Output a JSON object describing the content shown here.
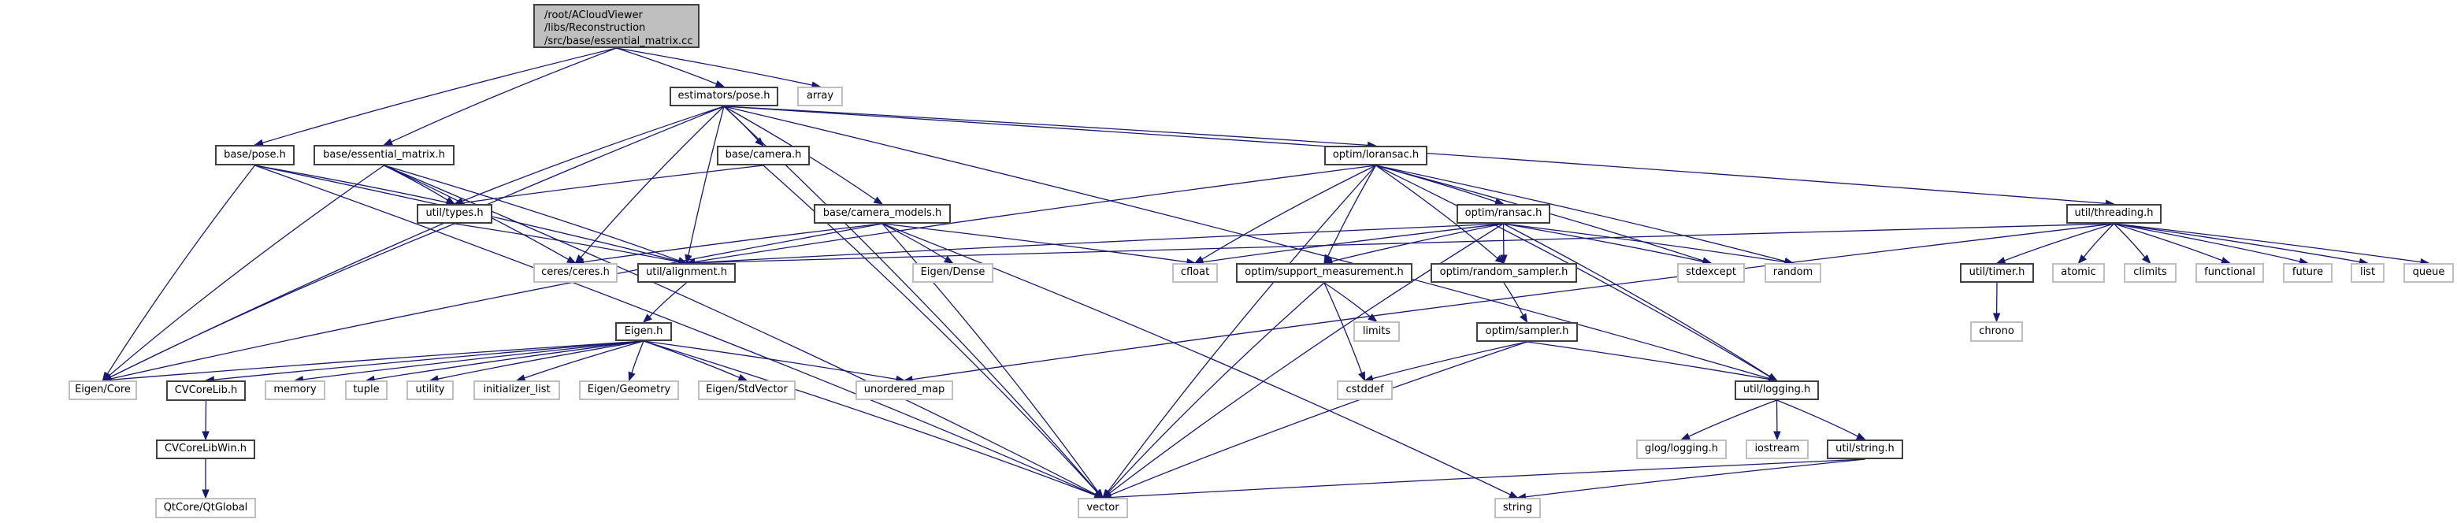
{
  "title": "Include dependency graph for essential_matrix.cc",
  "colors": {
    "edge": "#191970",
    "root_fill": "#bfbfbf",
    "internal_border": "#404040",
    "external_border": "#bfbfbf"
  },
  "nodes": [
    {
      "id": "root",
      "label": "/root/ACloudViewer\n/libs/Reconstruction\n/src/base/essential_matrix.cc",
      "kind": "root"
    },
    {
      "id": "est_pose",
      "label": "estimators/pose.h",
      "kind": "internal"
    },
    {
      "id": "array",
      "label": "array",
      "kind": "external"
    },
    {
      "id": "base_pose",
      "label": "base/pose.h",
      "kind": "internal"
    },
    {
      "id": "base_em",
      "label": "base/essential_matrix.h",
      "kind": "internal"
    },
    {
      "id": "base_camera",
      "label": "base/camera.h",
      "kind": "internal"
    },
    {
      "id": "loransac",
      "label": "optim/loransac.h",
      "kind": "internal"
    },
    {
      "id": "threading",
      "label": "util/threading.h",
      "kind": "internal"
    },
    {
      "id": "types",
      "label": "util/types.h",
      "kind": "internal"
    },
    {
      "id": "camera_models",
      "label": "base/camera_models.h",
      "kind": "internal"
    },
    {
      "id": "ransac",
      "label": "optim/ransac.h",
      "kind": "internal"
    },
    {
      "id": "ceres",
      "label": "ceres/ceres.h",
      "kind": "external"
    },
    {
      "id": "alignment",
      "label": "util/alignment.h",
      "kind": "internal"
    },
    {
      "id": "eigen_dense",
      "label": "Eigen/Dense",
      "kind": "external"
    },
    {
      "id": "cfloat",
      "label": "cfloat",
      "kind": "external"
    },
    {
      "id": "support",
      "label": "optim/support_measurement.h",
      "kind": "internal"
    },
    {
      "id": "random_sampler",
      "label": "optim/random_sampler.h",
      "kind": "internal"
    },
    {
      "id": "stdexcept",
      "label": "stdexcept",
      "kind": "external"
    },
    {
      "id": "random",
      "label": "random",
      "kind": "external"
    },
    {
      "id": "timer",
      "label": "util/timer.h",
      "kind": "internal"
    },
    {
      "id": "atomic",
      "label": "atomic",
      "kind": "external"
    },
    {
      "id": "climits",
      "label": "climits",
      "kind": "external"
    },
    {
      "id": "functional",
      "label": "functional",
      "kind": "external"
    },
    {
      "id": "future",
      "label": "future",
      "kind": "external"
    },
    {
      "id": "list",
      "label": "list",
      "kind": "external"
    },
    {
      "id": "queue",
      "label": "queue",
      "kind": "external"
    },
    {
      "id": "eigen_h",
      "label": "Eigen.h",
      "kind": "internal"
    },
    {
      "id": "limits",
      "label": "limits",
      "kind": "external"
    },
    {
      "id": "sampler",
      "label": "optim/sampler.h",
      "kind": "internal"
    },
    {
      "id": "chrono",
      "label": "chrono",
      "kind": "external"
    },
    {
      "id": "eigen_core",
      "label": "Eigen/Core",
      "kind": "external"
    },
    {
      "id": "cvcorelib",
      "label": "CVCoreLib.h",
      "kind": "internal"
    },
    {
      "id": "memory",
      "label": "memory",
      "kind": "external"
    },
    {
      "id": "tuple",
      "label": "tuple",
      "kind": "external"
    },
    {
      "id": "utility",
      "label": "utility",
      "kind": "external"
    },
    {
      "id": "init_list",
      "label": "initializer_list",
      "kind": "external"
    },
    {
      "id": "eigen_geom",
      "label": "Eigen/Geometry",
      "kind": "external"
    },
    {
      "id": "eigen_stdvec",
      "label": "Eigen/StdVector",
      "kind": "external"
    },
    {
      "id": "unordered_map",
      "label": "unordered_map",
      "kind": "external"
    },
    {
      "id": "cstddef",
      "label": "cstddef",
      "kind": "external"
    },
    {
      "id": "logging",
      "label": "util/logging.h",
      "kind": "internal"
    },
    {
      "id": "cvcorelibwin",
      "label": "CVCoreLibWin.h",
      "kind": "internal"
    },
    {
      "id": "glog",
      "label": "glog/logging.h",
      "kind": "external"
    },
    {
      "id": "iostream",
      "label": "iostream",
      "kind": "external"
    },
    {
      "id": "util_string",
      "label": "util/string.h",
      "kind": "internal"
    },
    {
      "id": "qtglobal",
      "label": "QtCore/QtGlobal",
      "kind": "external"
    },
    {
      "id": "vector",
      "label": "vector",
      "kind": "external"
    },
    {
      "id": "string",
      "label": "string",
      "kind": "external"
    }
  ],
  "edges": [
    [
      "root",
      "base_pose"
    ],
    [
      "root",
      "base_em"
    ],
    [
      "root",
      "est_pose"
    ],
    [
      "root",
      "array"
    ],
    [
      "base_pose",
      "types"
    ],
    [
      "base_pose",
      "alignment"
    ],
    [
      "base_pose",
      "eigen_core"
    ],
    [
      "base_pose",
      "vector"
    ],
    [
      "base_em",
      "types"
    ],
    [
      "base_em",
      "alignment"
    ],
    [
      "base_em",
      "ceres"
    ],
    [
      "base_em",
      "eigen_core"
    ],
    [
      "base_em",
      "vector"
    ],
    [
      "est_pose",
      "base_camera"
    ],
    [
      "est_pose",
      "camera_models"
    ],
    [
      "est_pose",
      "loransac"
    ],
    [
      "est_pose",
      "threading"
    ],
    [
      "est_pose",
      "types"
    ],
    [
      "est_pose",
      "alignment"
    ],
    [
      "est_pose",
      "ceres"
    ],
    [
      "est_pose",
      "eigen_core"
    ],
    [
      "est_pose",
      "logging"
    ],
    [
      "est_pose",
      "vector"
    ],
    [
      "base_camera",
      "types"
    ],
    [
      "base_camera",
      "vector"
    ],
    [
      "types",
      "alignment"
    ],
    [
      "types",
      "eigen_core"
    ],
    [
      "camera_models",
      "ceres"
    ],
    [
      "camera_models",
      "eigen_dense"
    ],
    [
      "camera_models",
      "cfloat"
    ],
    [
      "camera_models",
      "eigen_core"
    ],
    [
      "camera_models",
      "vector"
    ],
    [
      "camera_models",
      "string"
    ],
    [
      "alignment",
      "eigen_h"
    ],
    [
      "eigen_h",
      "eigen_core"
    ],
    [
      "eigen_h",
      "cvcorelib"
    ],
    [
      "eigen_h",
      "memory"
    ],
    [
      "eigen_h",
      "tuple"
    ],
    [
      "eigen_h",
      "utility"
    ],
    [
      "eigen_h",
      "init_list"
    ],
    [
      "eigen_h",
      "eigen_geom"
    ],
    [
      "eigen_h",
      "eigen_stdvec"
    ],
    [
      "eigen_h",
      "unordered_map"
    ],
    [
      "eigen_h",
      "vector"
    ],
    [
      "cvcorelib",
      "cvcorelibwin"
    ],
    [
      "cvcorelibwin",
      "qtglobal"
    ],
    [
      "loransac",
      "ransac"
    ],
    [
      "loransac",
      "alignment"
    ],
    [
      "loransac",
      "cfloat"
    ],
    [
      "loransac",
      "support"
    ],
    [
      "loransac",
      "random_sampler"
    ],
    [
      "loransac",
      "stdexcept"
    ],
    [
      "loransac",
      "random"
    ],
    [
      "loransac",
      "logging"
    ],
    [
      "loransac",
      "vector"
    ],
    [
      "ransac",
      "alignment"
    ],
    [
      "ransac",
      "cfloat"
    ],
    [
      "ransac",
      "support"
    ],
    [
      "ransac",
      "random_sampler"
    ],
    [
      "ransac",
      "stdexcept"
    ],
    [
      "ransac",
      "random"
    ],
    [
      "ransac",
      "logging"
    ],
    [
      "ransac",
      "vector"
    ],
    [
      "support",
      "limits"
    ],
    [
      "support",
      "cstddef"
    ],
    [
      "support",
      "vector"
    ],
    [
      "random_sampler",
      "sampler"
    ],
    [
      "sampler",
      "cstddef"
    ],
    [
      "sampler",
      "logging"
    ],
    [
      "sampler",
      "vector"
    ],
    [
      "threading",
      "timer"
    ],
    [
      "threading",
      "atomic"
    ],
    [
      "threading",
      "climits"
    ],
    [
      "threading",
      "functional"
    ],
    [
      "threading",
      "future"
    ],
    [
      "threading",
      "list"
    ],
    [
      "threading",
      "queue"
    ],
    [
      "threading",
      "unordered_map"
    ],
    [
      "threading",
      "alignment"
    ],
    [
      "timer",
      "chrono"
    ],
    [
      "logging",
      "glog"
    ],
    [
      "logging",
      "iostream"
    ],
    [
      "logging",
      "util_string"
    ],
    [
      "util_string",
      "vector"
    ],
    [
      "util_string",
      "string"
    ]
  ]
}
